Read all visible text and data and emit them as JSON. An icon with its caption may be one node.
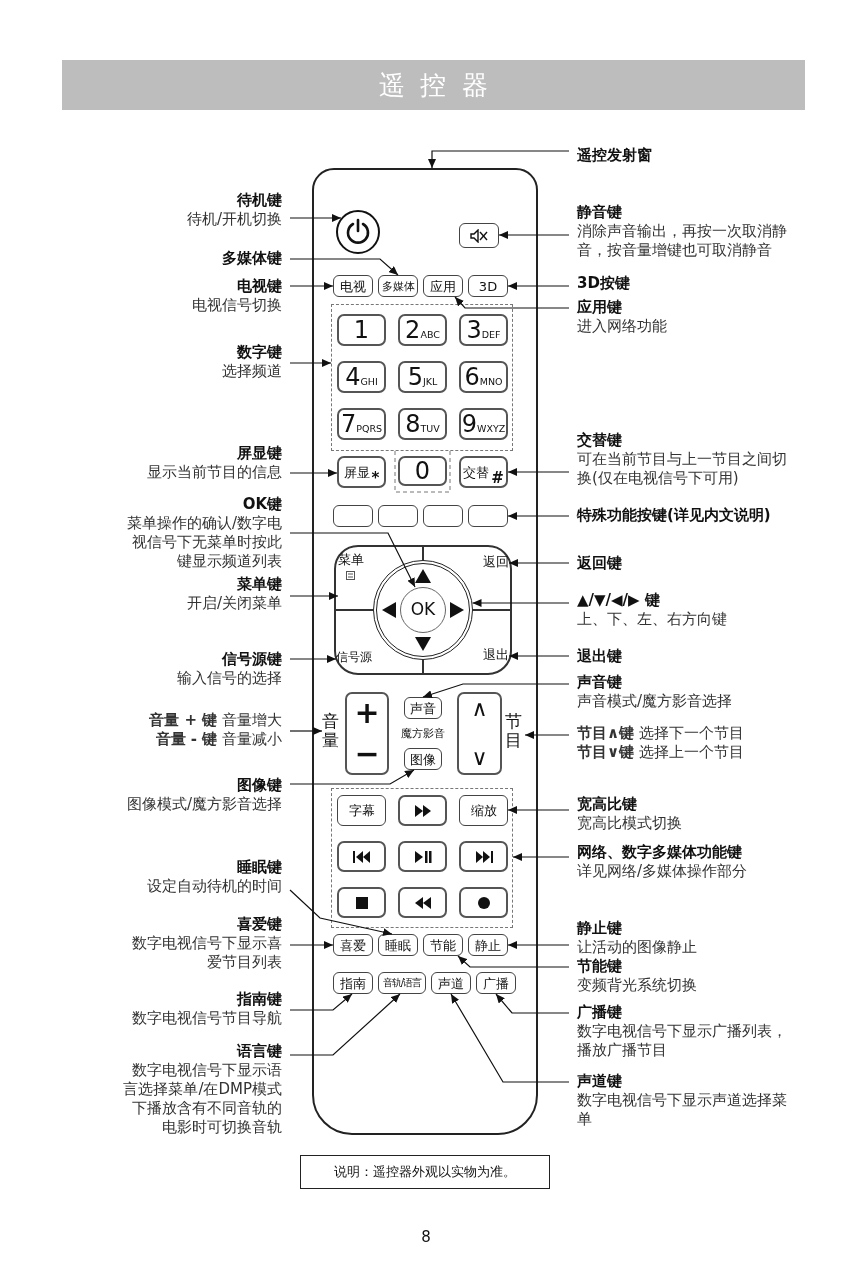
{
  "diagram": {
    "title": "遥控器",
    "nodes": [
      {
        "text": [
          "待机键",
          "待机/开机切换"
        ]
      },
      {
        "text": [
          "多媒体键"
        ]
      },
      {
        "text": [
          "电视键",
          "电视信号切换"
        ]
      },
      {
        "text": [
          "数字键",
          "选择频道"
        ]
      },
      {
        "text": [
          "屏显键",
          "显示当前节目的信息"
        ]
      },
      {
        "text": [
          "OK键",
          "菜单操作的确认/数字电视信号下无菜单时按此键显示频道列表"
        ]
      },
      {
        "text": [
          "菜单键",
          "开启/关闭菜单"
        ]
      },
      {
        "text": [
          "信号源键",
          "输入信号的选择"
        ]
      },
      {
        "text": [
          "**音量 + 键** 音量增大",
          "**音量 - 键** 音量减小"
        ]
      },
      {
        "text": [
          "图像键",
          "图像模式/魔方影音选择"
        ]
      },
      {
        "text": [
          "睡眠键",
          "设定自动待机的时间"
        ]
      },
      {
        "text": [
          "喜爱键",
          "数字电视信号下显示喜爱节目列表"
        ]
      },
      {
        "text": [
          "指南键",
          "数字电视信号节目导航"
        ]
      },
      {
        "text": [
          "语言键",
          "数字电视信号下显示语言选择菜单/在DMP模式下播放含有不同音轨的电影时可切换音轨"
        ]
      },
      {
        "text": [],
        "shape": "box"
      },
      {
        "text": [],
        "shape": "circle",
        "in": 14
      },
      {
        "text": [],
        "shape": "box",
        "in": 14
      },
      {
        "text": [
          "电视"
        ],
        "in": 14
      },
      {
        "text": [
          "多媒体"
        ],
        "in": 14
      },
      {
        "text": [
          "应用"
        ],
        "in": 14
      },
      {
        "text": [
          "3D"
        ],
        "in": 14
      },
      {
        "text": [],
        "shape": "box",
        "in": 14
      },
      {
        "text": [
          "1"
        ],
        "in": 21
      },
      {
        "text": [
          "2",
          "ABC"
        ],
        "in": 21
      },
      {
        "text": [
          "3",
          "DEF"
        ],
        "in": 21
      },
      {
        "text": [
          "4",
          "GHI"
        ],
        "in": 21
      },
      {
        "text": [
          "5",
          "JKL"
        ],
        "in": 21
      },
      {
        "text": [
          "6",
          "MNO"
        ],
        "in": 21
      },
      {
        "text": [
          "7",
          "PQRS"
        ],
        "in": 21
      },
      {
        "text": [
          "8",
          "TUV"
        ],
        "in": 21
      },
      {
        "text": [
          "9",
          "WXYZ"
        ],
        "in": 21
      },
      {
        "text": [
          "屏显",
          "*"
        ],
        "in": 14
      },
      {
        "text": [
          "0"
        ],
        "in": 14
      },
      {
        "text": [
          "交替",
          "#"
        ],
        "in": 14
      },
      {
        "text": [],
        "shape": "box",
        "in": 14
      },
      {
        "text": [],
        "shape": "box",
        "in": 14
      },
      {
        "text": [],
        "shape": "box",
        "in": 14
      },
      {
        "text": [],
        "shape": "box",
        "in": 14
      },
      {
        "text": [
          "菜单"
        ],
        "in": 14
      },
      {
        "text": [
          "返回"
        ],
        "in": 14
      },
      {
        "text": [
          "信号源"
        ],
        "in": 14
      },
      {
        "text": [
          "退出"
        ],
        "in": 14
      },
      {
        "text": [],
        "shape": "circle",
        "in": 14
      },
      {
        "text": [
          "OK"
        ],
        "in": 42
      },
      {
        "text": [
          "音量"
        ],
        "in": 14
      },
      {
        "text": [
          "+",
          "−"
        ],
        "in": 14
      },
      {
        "text": [
          "声音"
        ],
        "in": 14
      },
      {
        "text": [
          "图像"
        ],
        "in": 14
      },
      {
        "text": [
          "∧",
          "∨"
        ],
        "in": 14
      },
      {
        "text": [
          "节目"
        ],
        "in": 14
      },
      {
        "text": [],
        "shape": "box",
        "in": 14
      },
      {
        "text": [
          "字幕"
        ],
        "in": 50
      },
      {
        "text": [],
        "shape": "box",
        "in": 50
      },
      {
        "text": [
          "缩放"
        ],
        "in": 50
      },
      {
        "text": [],
        "shape": "box",
        "in": 50
      },
      {
        "text": [],
        "shape": "box",
        "in": 50
      },
      {
        "text": [],
        "shape": "box",
        "in": 50
      },
      {
        "text": [],
        "shape": "box",
        "in": 50
      },
      {
        "text": [],
        "shape": "box",
        "in": 50
      },
      {
        "text": [],
        "shape": "box",
        "in": 50
      },
      {
        "text": [
          "喜爱"
        ],
        "in": 14
      },
      {
        "text": [
          "睡眠"
        ],
        "in": 14
      },
      {
        "text": [
          "节能"
        ],
        "in": 14
      },
      {
        "text": [
          "静止"
        ],
        "in": 14
      },
      {
        "text": [
          "指南"
        ],
        "in": 14
      },
      {
        "text": [
          "音轨/语言"
        ],
        "in": 14
      },
      {
        "text": [
          "声道"
        ],
        "in": 14
      },
      {
        "text": [
          "广播"
        ],
        "in": 14
      },
      {
        "text": [
          "遥控发射窗"
        ]
      },
      {
        "text": [
          "静音键",
          "消除声音输出，再按一次取消静音，按音量增键也可取消静音"
        ]
      },
      {
        "text": [
          "3D按键"
        ]
      },
      {
        "text": [
          "应用键",
          "进入网络功能"
        ]
      },
      {
        "text": [
          "交替键",
          "可在当前节目与上一节目之间切换(仅在电视信号下可用)"
        ]
      },
      {
        "text": [
          "特殊功能按键(详见内文说明)"
        ]
      },
      {
        "text": [
          "返回键"
        ]
      },
      {
        "text": [
          "▲/▼/◀/▶ 键",
          "上、下、左、右方向键"
        ]
      },
      {
        "text": [
          "退出键"
        ]
      },
      {
        "text": [
          "声音键",
          "声音模式/魔方影音选择"
        ]
      },
      {
        "text": [
          "**节目∧键** 选择下一个节目",
          "**节目∨键** 选择上一个节目"
        ]
      },
      {
        "text": [
          "宽高比键",
          "宽高比模式切换"
        ]
      },
      {
        "text": [
          "网络、数字多媒体功能键",
          "详见网络/多媒体操作部分"
        ]
      },
      {
        "text": [
          "静止键",
          "让活动的图像静止"
        ]
      },
      {
        "text": [
          "节能键",
          "变频背光系统切换"
        ]
      },
      {
        "text": [
          "广播键",
          "数字电视信号下显示广播列表，播放广播节目"
        ]
      },
      {
        "text": [
          "声道键",
          "数字电视信号下显示声道选择菜单"
        ]
      },
      {
        "text": [
          "说明：遥控器外观以实物为准。"
        ]
      }
    ],
    "edges": [
      {
        "from": 0,
        "to": 15,
        "arrow": "to"
      },
      {
        "from": 1,
        "to": 18,
        "arrow": "to"
      },
      {
        "from": 2,
        "to": 17,
        "arrow": "to"
      },
      {
        "from": 3,
        "to": 21,
        "arrow": "to"
      },
      {
        "from": 4,
        "to": 31,
        "arrow": "to"
      },
      {
        "from": 5,
        "to": 43,
        "arrow": "to"
      },
      {
        "from": 6,
        "to": 38,
        "arrow": "to"
      },
      {
        "from": 7,
        "to": 40,
        "arrow": "to"
      },
      {
        "from": 8,
        "to": 44,
        "arrow": "to"
      },
      {
        "from": 9,
        "to": 47,
        "arrow": "to"
      },
      {
        "from": 10,
        "to": 61,
        "arrow": "to"
      },
      {
        "from": 11,
        "to": 60,
        "arrow": "to"
      },
      {
        "from": 12,
        "to": 64,
        "arrow": "to"
      },
      {
        "from": 13,
        "to": 65,
        "arrow": "to"
      },
      {
        "from": 68,
        "to": 14,
        "arrow": "to"
      },
      {
        "from": 69,
        "to": 16,
        "arrow": "to"
      },
      {
        "from": 70,
        "to": 20,
        "arrow": "to"
      },
      {
        "from": 71,
        "to": 19,
        "arrow": "to"
      },
      {
        "from": 72,
        "to": 33,
        "arrow": "to"
      },
      {
        "from": 73,
        "to": 37,
        "arrow": "to"
      },
      {
        "from": 74,
        "to": 39,
        "arrow": "to"
      },
      {
        "from": 75,
        "to": 42,
        "arrow": "to"
      },
      {
        "from": 76,
        "to": 41,
        "arrow": "to"
      },
      {
        "from": 77,
        "to": 46,
        "arrow": "to"
      },
      {
        "from": 78,
        "to": 49,
        "arrow": "to"
      },
      {
        "from": 79,
        "to": 53,
        "arrow": "to"
      },
      {
        "from": 80,
        "to": 50,
        "arrow": "to"
      },
      {
        "from": 81,
        "to": 63,
        "arrow": "to"
      },
      {
        "from": 82,
        "to": 62,
        "arrow": "to"
      },
      {
        "from": 83,
        "to": 67,
        "arrow": "to"
      },
      {
        "from": 84,
        "to": 66,
        "arrow": "to"
      }
    ],
    "labels": [
      "魔方影音",
      "8"
    ]
  }
}
